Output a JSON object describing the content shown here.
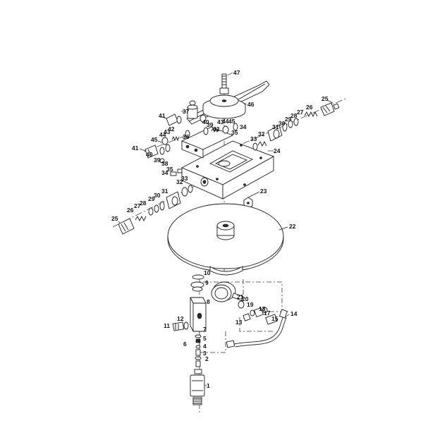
{
  "labels": {
    "p1": "1",
    "p2": "2",
    "p3": "3",
    "p4": "4",
    "p5": "5",
    "p6": "6",
    "p7": "7",
    "p8": "8",
    "p9": "9",
    "p10": "10",
    "p11": "11",
    "p12": "12",
    "p13": "13",
    "p14": "14",
    "p15": "15",
    "p17": "17",
    "p18": "18",
    "p19": "19",
    "p20": "20",
    "p21": "21",
    "p22": "22",
    "p23": "23",
    "p24": "24",
    "p25": "25",
    "p26": "26",
    "p27": "27",
    "p28": "28",
    "p29": "29",
    "p30": "30",
    "p31": "31",
    "p32": "32",
    "p33": "33",
    "p34": "34",
    "p35": "35",
    "p36": "36",
    "p37": "37",
    "p38": "38",
    "p39": "39",
    "p40": "40",
    "p41": "41",
    "p42": "42",
    "p43": "43",
    "p44": "44",
    "p45": "45",
    "p46": "46",
    "p47": "47"
  }
}
